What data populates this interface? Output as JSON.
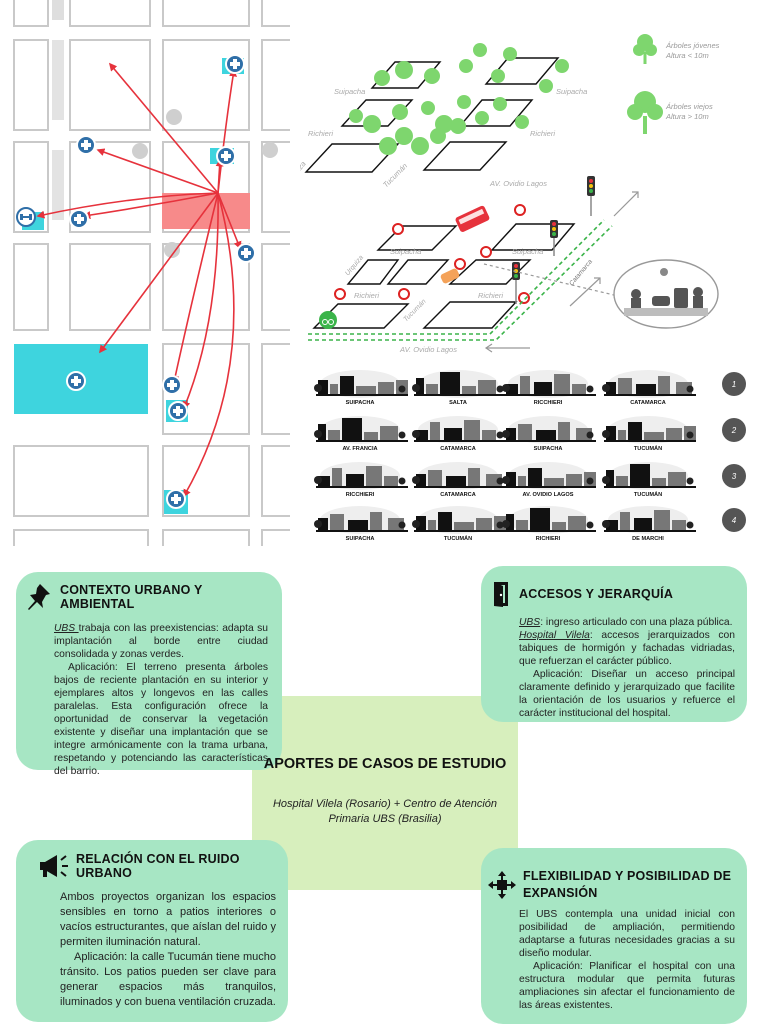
{
  "legend": {
    "young_title": "Árboles jóvenes",
    "young_sub": "Altura < 10m",
    "old_title": "Árboles viejos",
    "old_sub": "Altura > 10m"
  },
  "street_labels": {
    "suipacha": "Suipacha",
    "richieri": "Richieri",
    "tucuman": "Tucumán",
    "urquiza": "Urquiza",
    "ovidio": "AV. Ovidio Lagos",
    "catamarca": "Catamarca"
  },
  "street_markers": [
    "1",
    "2",
    "3",
    "4"
  ],
  "sections": [
    [
      "SUIPACHA",
      "SALTA",
      "RICCHIERI",
      "CATAMARCA"
    ],
    [
      "AV. FRANCIA",
      "CATAMARCA",
      "SUIPACHA",
      "TUCUMÁN"
    ],
    [
      "RICCHIERI",
      "CATAMARCA",
      "AV. OVIDIO LAGOS",
      "TUCUMÁN"
    ],
    [
      "SUIPACHA",
      "TUCUMÁN",
      "RICHIERI",
      "DE MARCHI"
    ]
  ],
  "center": {
    "title": "APORTES DE CASOS DE ESTUDIO",
    "subtitle": "Hospital Vilela (Rosario) + Centro de Atención Primaria UBS (Brasilia)"
  },
  "context": {
    "title": "CONTEXTO URBANO Y AMBIENTAL",
    "lead": "UBS ",
    "p1": "trabaja con las preexistencias: adapta su implantación al borde entre ciudad consolidada y zonas verdes.",
    "p2": "Aplicación: El terreno presenta árboles bajos de reciente plantación en su interior y ejemplares altos y longevos en las calles paralelas. Esta configuración ofrece la oportunidad de conservar la vegetación existente y diseñar una implantación que se integre armónicamente con la trama urbana, respetando y potenciando las características del barrio."
  },
  "access": {
    "title": "ACCESOS Y JERARQUÍA",
    "ubs_lead": "UBS",
    "ubs_text": ": ingreso articulado con una plaza pública.",
    "vilela_lead": "Hospital Vilela",
    "vilela_text": ": accesos jerarquizados con tabiques de hormigón y fachadas vidriadas, que refuerzan el carácter público.",
    "p2": "Aplicación: Diseñar un acceso principal claramente definido y jerarquizado que facilite la orientación de los usuarios y refuerce el carácter institucional del hospital."
  },
  "noise": {
    "title": "RELACIÓN CON EL RUIDO URBANO",
    "p1": "Ambos proyectos organizan los espacios sensibles en torno a patios interiores o vacíos estructurantes, que aíslan del ruido y permiten iluminación natural.",
    "p2": "Aplicación: la calle Tucumán tiene mucho tránsito. Los patios pueden ser clave para generar espacios más tranquilos, iluminados y con buena ventilación cruzada."
  },
  "flex": {
    "title": "FLEXIBILIDAD Y POSIBILIDAD DE EXPANSIÓN",
    "p1": "El UBS contempla una unidad inicial con posibilidad de ampliación, permitiendo adaptarse a futuras necesidades gracias a su diseño modular.",
    "p2": "Aplicación: Planificar el hospital con una estructura modular que permita futuras ampliaciones sin afectar el funcionamiento de las áreas existentes."
  },
  "colors": {
    "card": "#a7e6c4",
    "center": "#d0ecb2",
    "site": "#f78a8a",
    "health_area": "#3ed4de",
    "arrow": "#e6323c",
    "tree": "#7ed66e"
  }
}
